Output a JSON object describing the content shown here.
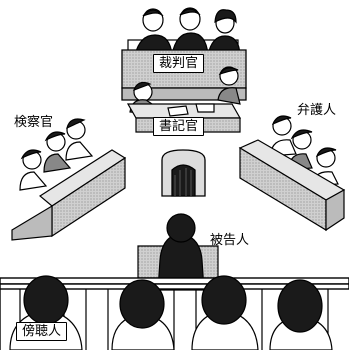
{
  "labels": {
    "judge": "裁判官",
    "clerk": "書記官",
    "prosecutor": "検察官",
    "defense": "弁護人",
    "defendant": "被告人",
    "audience": "傍聴人"
  },
  "colors": {
    "ink": "#000000",
    "hair": "#1a1a1a",
    "desk": "#c8c8c8",
    "desk_light": "#e6e6e6",
    "paper": "#ffffff"
  }
}
